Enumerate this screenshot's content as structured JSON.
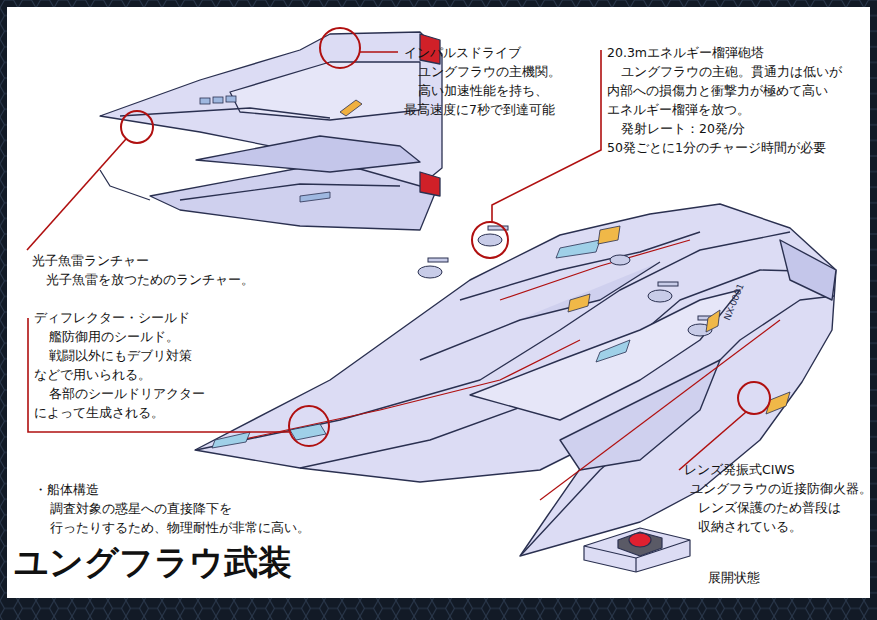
{
  "diagram": {
    "title": "ユングフラウ武装",
    "labels": [
      "インパルスドライブ",
      "ユングフラウの主機関。",
      "高い加速性能を持ち、",
      "最高速度に7秒で到達可能",
      "20.3mエネルギー榴弾砲塔",
      "ユングフラウの主砲。貫通力は低いが",
      "内部への損傷力と衝撃力が極めて高い",
      "エネルギー榴弾を放つ。",
      "発射レート：20発/分",
      "50発ごとに1分のチャージ時間が必要",
      "光子魚雷ランチャー",
      "光子魚雷を放つためのランチャー。",
      "ディフレクター・シールド",
      "艦防御用のシールド。",
      "戦闘以外にもデブリ対策",
      "などで用いられる。",
      "各部のシールドリアクター",
      "によって生成される。",
      "・船体構造",
      "調査対象の惑星への直接降下を",
      "行ったりするため、物理耐性が非常に高い。",
      "レンズ発振式CIWS",
      "ユングフラウの近接防御火器。",
      "レンズ保護のため普段は",
      "収納されている。",
      "展開状態",
      "NX-0001"
    ]
  }
}
